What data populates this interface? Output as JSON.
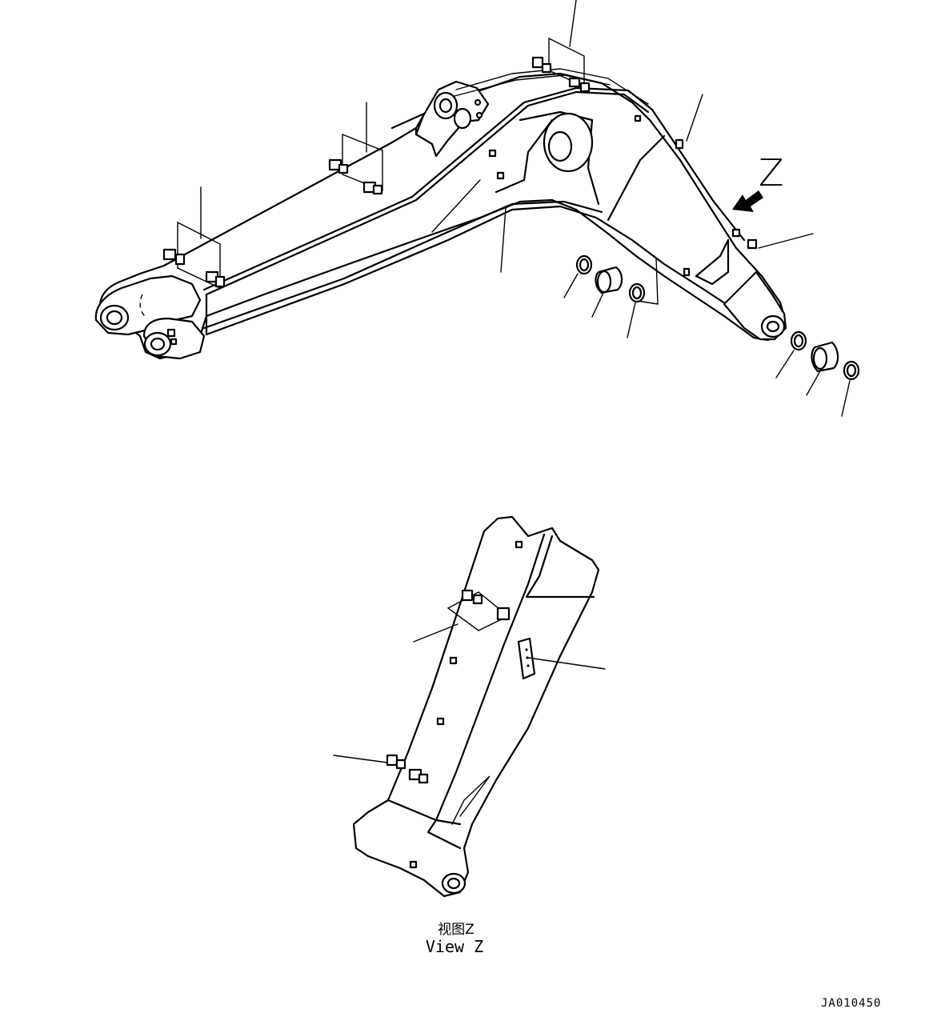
{
  "view_arrow_label": "Z",
  "caption": {
    "chinese": "视图Z",
    "english": "View Z"
  },
  "drawing_code": "JA010450"
}
